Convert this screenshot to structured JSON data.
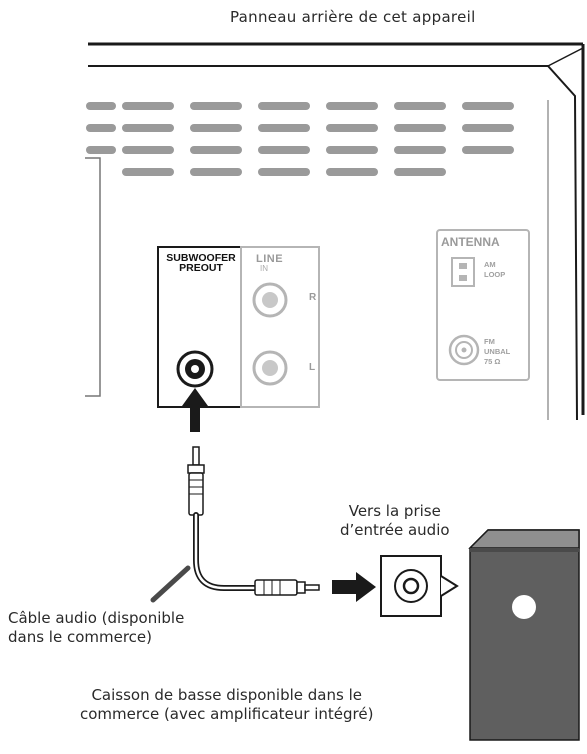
{
  "labels": {
    "panel_title": "Panneau arrière de cet appareil",
    "input_jack_line1": "Vers la prise",
    "input_jack_line2": "d’entrée audio",
    "cable_line1": "Câble audio (disponible",
    "cable_line2": "dans le commerce)",
    "subwoofer_line1": "Caisson de basse disponible dans le",
    "subwoofer_line2": "commerce (avec amplificateur intégré)"
  },
  "panel": {
    "sub_line1": "SUBWOOFER",
    "sub_line2": "PREOUT",
    "line_label": "LINE",
    "line_in": "IN",
    "right": "R",
    "left": "L",
    "antenna": "ANTENNA",
    "am_line1": "AM",
    "am_line2": "LOOP",
    "fm_line1": "FM",
    "fm_line2": "UNBAL",
    "fm_line3": "75 Ω"
  },
  "colors": {
    "line": "#1a1a1a",
    "grey_part": "#b5b5b5",
    "speaker_body": "#5f5f5f",
    "speaker_top": "#8f8f8f"
  }
}
